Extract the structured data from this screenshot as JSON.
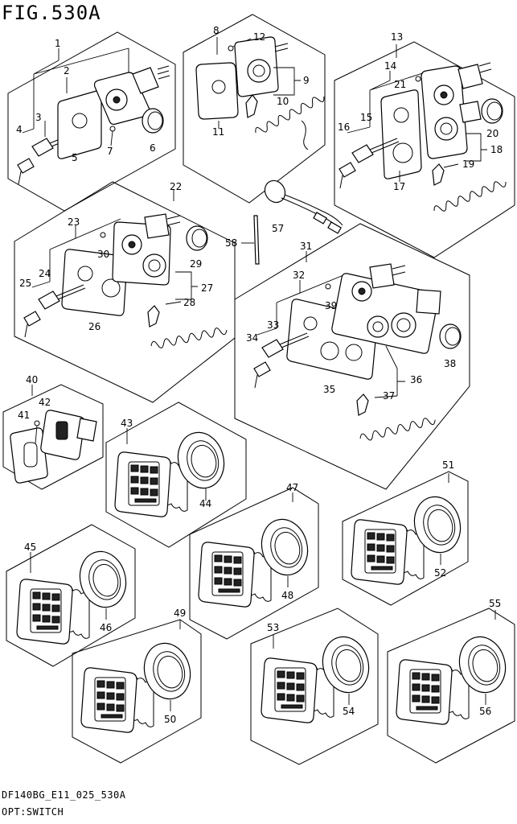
{
  "figure": {
    "title": "FIG.530A"
  },
  "footer": {
    "code": "DF140BG_E11_025_530A",
    "caption": "OPT:SWITCH"
  },
  "callouts": {
    "c1": "1",
    "c2": "2",
    "c3": "3",
    "c4": "4",
    "c5": "5",
    "c6": "6",
    "c7": "7",
    "c8": "8",
    "c9": "9",
    "c10": "10",
    "c11": "11",
    "c12": "12",
    "c13": "13",
    "c14": "14",
    "c15": "15",
    "c16": "16",
    "c17": "17",
    "c18": "18",
    "c19": "19",
    "c20": "20",
    "c21": "21",
    "c22": "22",
    "c23": "23",
    "c24": "24",
    "c25": "25",
    "c26": "26",
    "c27": "27",
    "c28": "28",
    "c29": "29",
    "c30": "30",
    "c31": "31",
    "c32": "32",
    "c33": "33",
    "c34": "34",
    "c35": "35",
    "c36": "36",
    "c37": "37",
    "c38": "38",
    "c39": "39",
    "c40": "40",
    "c41": "41",
    "c42": "42",
    "c43": "43",
    "c44": "44",
    "c45": "45",
    "c46": "46",
    "c47": "47",
    "c48": "48",
    "c49": "49",
    "c50": "50",
    "c51": "51",
    "c52": "52",
    "c53": "53",
    "c54": "54",
    "c55": "55",
    "c56": "56",
    "c57": "57",
    "c58": "58"
  }
}
